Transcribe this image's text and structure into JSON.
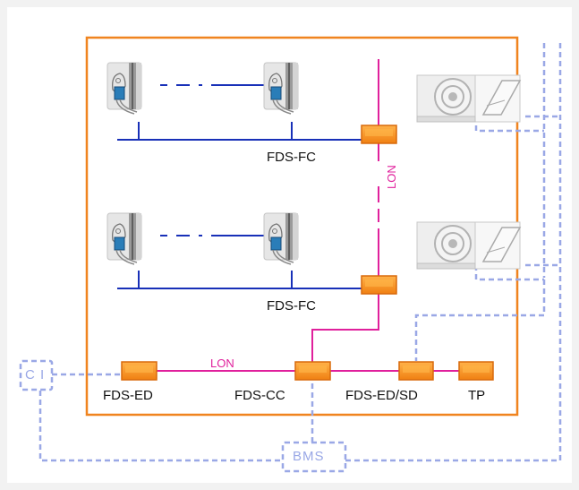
{
  "labels": {
    "fds_fc_top": "FDS-FC",
    "fds_fc_bottom": "FDS-FC",
    "lon_vertical": "LON",
    "lon_horizontal": "LON",
    "fds_ed": "FDS-ED",
    "fds_cc": "FDS-CC",
    "fds_ed_sd": "FDS-ED/SD",
    "tp": "TP",
    "ci": "C I",
    "bms": "BMS"
  },
  "colors": {
    "background": "#f2f2f2",
    "panel": "#ffffff",
    "enclosure": "#f0841f",
    "module": "#f5861a",
    "lon_bus": "#e0209c",
    "field_bus": "#1830b8",
    "external_link": "#9aa8e6"
  },
  "icons": {
    "room_device": "room-damper-icon",
    "fire_damper": "fire-damper-icon"
  }
}
